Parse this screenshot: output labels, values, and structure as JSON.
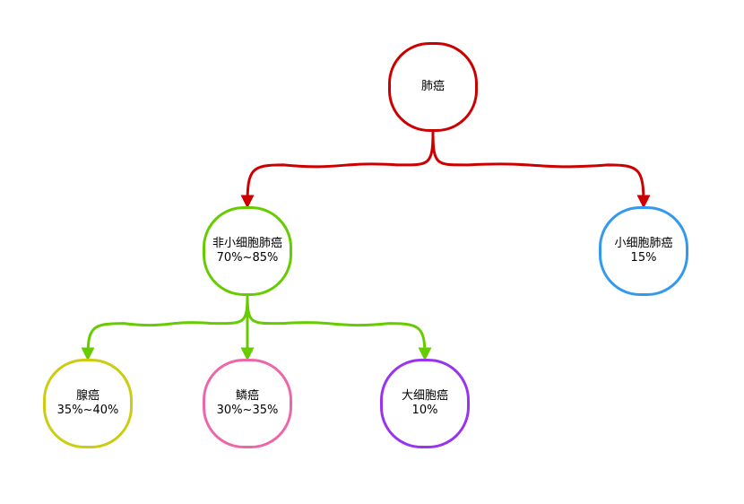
{
  "colors": {
    "root": "#cc0000",
    "nsclc": "#66cc00",
    "sclc": "#3399ee",
    "adeno": "#cccc11",
    "squam": "#ee66aa",
    "large": "#9933ee"
  },
  "nodes": {
    "root": {
      "label": "肺癌",
      "value": ""
    },
    "nsclc": {
      "label": "非小细胞肺癌",
      "value": "70%~85%"
    },
    "sclc": {
      "label": "小细胞肺癌",
      "value": "15%"
    },
    "adeno": {
      "label": "腺癌",
      "value": "35%~40%"
    },
    "squam": {
      "label": "鳞癌",
      "value": "30%~35%"
    },
    "large": {
      "label": "大细胞癌",
      "value": "10%"
    }
  },
  "edges": [
    {
      "from": "root",
      "to": "nsclc",
      "color": "root"
    },
    {
      "from": "root",
      "to": "sclc",
      "color": "root"
    },
    {
      "from": "nsclc",
      "to": "adeno",
      "color": "nsclc"
    },
    {
      "from": "nsclc",
      "to": "squam",
      "color": "nsclc"
    },
    {
      "from": "nsclc",
      "to": "large",
      "color": "nsclc"
    }
  ]
}
